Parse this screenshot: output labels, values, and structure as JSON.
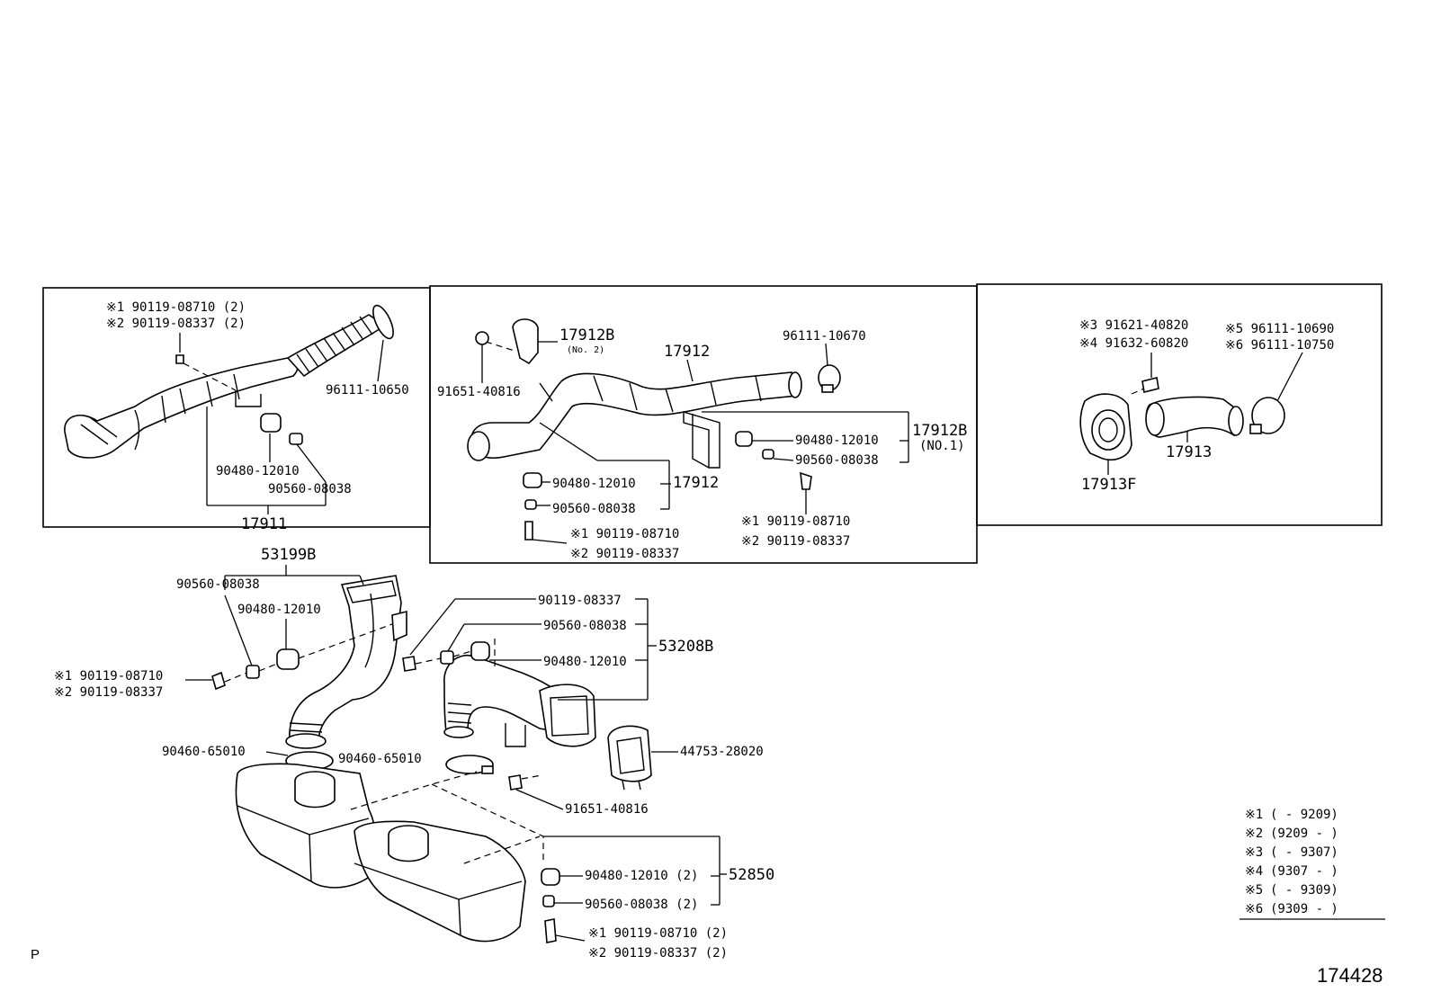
{
  "panel_left": {
    "note1": "※1 90119-08710 (2)",
    "note2": "※2 90119-08337 (2)",
    "clamp": "96111-10650",
    "grommet": "90480-12010",
    "collar": "90560-08038",
    "assembly": "17911"
  },
  "panel_center": {
    "bracket_no2": "17912B",
    "bracket_no2_sub": "(No. 2)",
    "hose": "17912",
    "clamp": "96111-10670",
    "bolt": "91651-40816",
    "bracket_no1": "17912B",
    "bracket_no1_sub": "(NO.1)",
    "grommet_r": "90480-12010",
    "collar_r": "90560-08038",
    "grommet_l": "90480-12010",
    "collar_l": "90560-08038",
    "hose_ref": "17912",
    "screw_r1": "※1  90119-08710",
    "screw_r2": "※2  90119-08337",
    "screw_l1": "※1  90119-08710",
    "screw_l2": "※2  90119-08337"
  },
  "panel_right": {
    "p3": "※3  91621-40820",
    "p4": "※4  91632-60820",
    "p5": "※5  96111-10690",
    "p6": "※6  96111-10750",
    "hose": "17913",
    "flange": "17913F"
  },
  "lower": {
    "duct": "53199B",
    "collar": "90560-08038",
    "grommet": "90480-12010",
    "screw1": "※1 90119-08710",
    "screw2": "※2 90119-08337",
    "clamp_l": "90460-65010",
    "clamp_r": "90460-65010",
    "rscrew": "90119-08337",
    "rcollar": "90560-08038",
    "rgrommet": "90480-12010",
    "rassembly": "53208B",
    "seal": "44753-28020",
    "rbolt": "91651-40816",
    "tgrommet": "90480-12010 (2)",
    "tcollar": "90560-08038 (2)",
    "tassembly": "52850",
    "tscrew1": "※1  90119-08710 (2)",
    "tscrew2": "※2  90119-08337 (2)"
  },
  "legend": [
    {
      "mark": "※1",
      "range": "(       - 9209)"
    },
    {
      "mark": "※2",
      "range": "(9209 -       )"
    },
    {
      "mark": "※3",
      "range": "(       - 9307)"
    },
    {
      "mark": "※4",
      "range": "(9307 -       )"
    },
    {
      "mark": "※5",
      "range": "(       - 9309)"
    },
    {
      "mark": "※6",
      "range": "(9309 -       )"
    }
  ],
  "footer": {
    "left_mark": "P",
    "figure_number": "174428"
  }
}
